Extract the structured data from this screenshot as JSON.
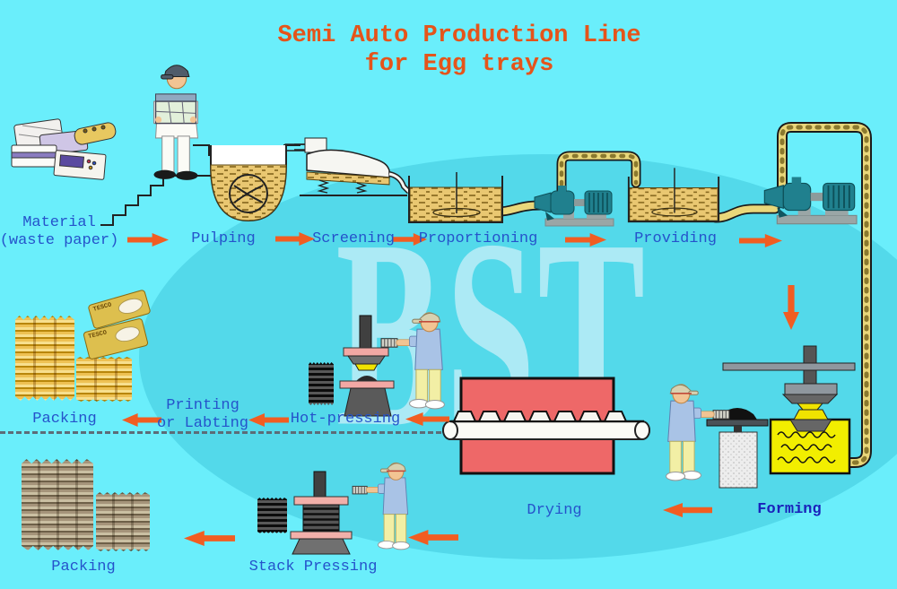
{
  "title": {
    "line1": "Semi Auto Production Line",
    "line2": "for Egg trays"
  },
  "watermark": {
    "text": "BST"
  },
  "labels": {
    "material_line1": "Material",
    "material_line2": "(waste paper)",
    "pulping": "Pulping",
    "screening": "Screening",
    "proportioning": "Proportioning",
    "providing": "Providing",
    "forming": "Forming",
    "drying": "Drying",
    "hot_pressing": "Hot-pressing",
    "printing_line1": "Printing",
    "printing_line2": "or Labting",
    "packing_mid": "Packing",
    "stack_pressing": "Stack Pressing",
    "packing_bottom": "Packing",
    "carton_brand": "TESCO"
  },
  "colors": {
    "background": "#6aeefb",
    "oval": "#53d9ea",
    "watermark": "#aceaf5",
    "title": "#e5541a",
    "label": "#2553cb",
    "label_strong": "#1a22bb",
    "arrow": "#f15d22",
    "pipe": "#e9d77a",
    "pulp_liquid": "#e9c771",
    "forming_tank": "#f2ee00",
    "drying_oven": "#ee6868",
    "pump": "#20808e",
    "press_pink": "#f2a8a4",
    "machine_gray": "#6f6f6f"
  }
}
